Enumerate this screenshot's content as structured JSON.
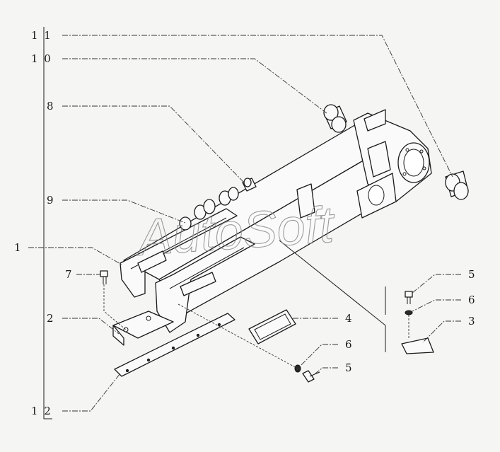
{
  "diagram": {
    "callouts": [
      {
        "id": "c11a",
        "label": "1 1"
      },
      {
        "id": "c10",
        "label": "1 0"
      },
      {
        "id": "c8",
        "label": "8"
      },
      {
        "id": "c9",
        "label": "9"
      },
      {
        "id": "c1",
        "label": "1"
      },
      {
        "id": "c7",
        "label": "7"
      },
      {
        "id": "c2",
        "label": "2"
      },
      {
        "id": "c12",
        "label": "1 2"
      },
      {
        "id": "c5a",
        "label": "5"
      },
      {
        "id": "c6a",
        "label": "6"
      },
      {
        "id": "c3",
        "label": "3"
      },
      {
        "id": "c4",
        "label": "4"
      },
      {
        "id": "c6b",
        "label": "6"
      },
      {
        "id": "c5b",
        "label": "5"
      }
    ],
    "watermark": "AutoSoft"
  }
}
